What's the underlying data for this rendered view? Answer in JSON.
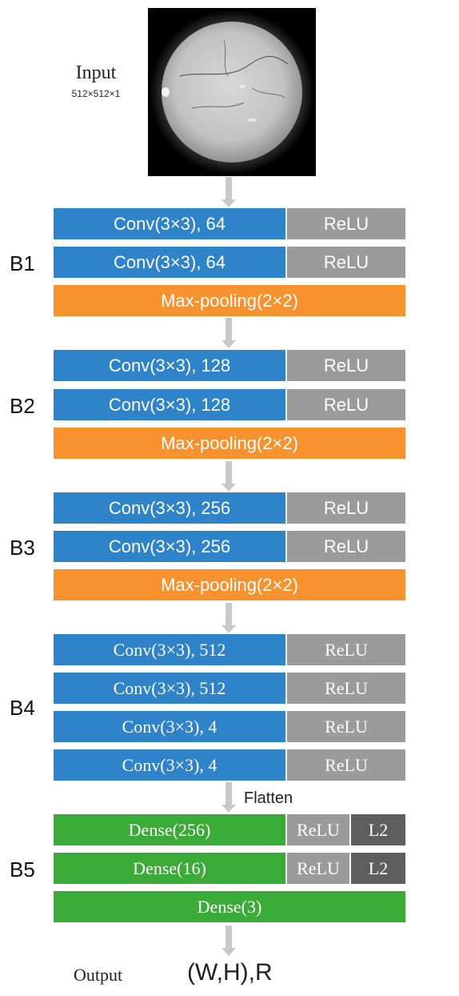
{
  "input": {
    "label": "Input",
    "dims": "512×512×1",
    "image": "solar-disk-grayscale"
  },
  "blocks": [
    {
      "label": "B1",
      "conv": [
        "Conv(3×3), 64",
        "Conv(3×3), 64"
      ],
      "activation": "ReLU",
      "pool": "Max-pooling(2×2)"
    },
    {
      "label": "B2",
      "conv": [
        "Conv(3×3), 128",
        "Conv(3×3), 128"
      ],
      "activation": "ReLU",
      "pool": "Max-pooling(2×2)"
    },
    {
      "label": "B3",
      "conv": [
        "Conv(3×3), 256",
        "Conv(3×3), 256"
      ],
      "activation": "ReLU",
      "pool": "Max-pooling(2×2)"
    },
    {
      "label": "B4",
      "conv": [
        "Conv(3×3), 512",
        "Conv(3×3), 512",
        "Conv(3×3), 4",
        "Conv(3×3), 4"
      ],
      "activation": "ReLU"
    },
    {
      "label": "B5",
      "dense": [
        "Dense(256)",
        "Dense(16)",
        "Dense(3)"
      ],
      "activation": "ReLU",
      "regularizer": "L2"
    }
  ],
  "flatten": "Flatten",
  "output": {
    "label": "Output",
    "value": "(W,H),R"
  },
  "colors": {
    "conv": "#2f83c8",
    "relu": "#9b9b9b",
    "pool": "#f7922e",
    "dense": "#3aab37",
    "l2": "#5e5e5e",
    "arrow": "#c9c9c9"
  }
}
